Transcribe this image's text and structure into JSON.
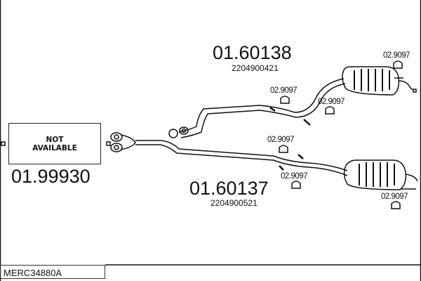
{
  "diagram_code": "MERC34880A",
  "parts": {
    "front_pipe": {
      "number": "01.99930",
      "status": "NOT AVAILABLE"
    },
    "rear_upper": {
      "number": "01.60138",
      "oem": "2204900421"
    },
    "rear_lower": {
      "number": "01.60137",
      "oem": "2204900521"
    }
  },
  "clamps": [
    "02.9097",
    "02.9097",
    "02.9097",
    "02.9097",
    "02.9097",
    "02.9097"
  ]
}
